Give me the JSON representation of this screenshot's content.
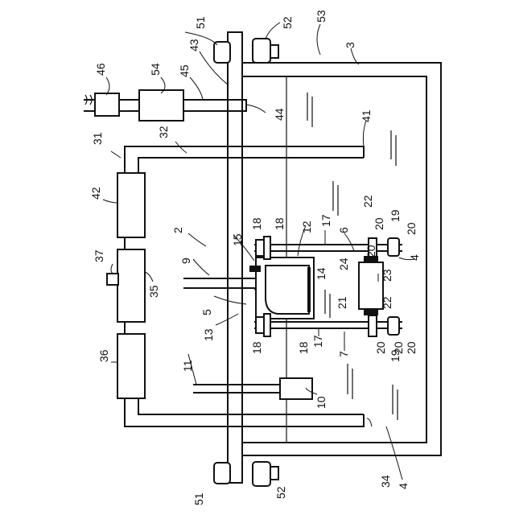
{
  "figure": {
    "labels": {
      "n2": "2",
      "n3": "3",
      "n4a": "4",
      "n4b": "4",
      "n5": "5",
      "n6": "6",
      "n7": "7",
      "n9": "9",
      "n10": "10",
      "n11": "11",
      "n12": "12",
      "n13": "13",
      "n14": "14",
      "n15": "15",
      "n17a": "17",
      "n17b": "17",
      "n18a": "18",
      "n18b": "18",
      "n18c": "18",
      "n18d": "18",
      "n19a": "19",
      "n19b": "19",
      "n20a": "20",
      "n20b": "20",
      "n20c": "20",
      "n20d": "20",
      "n20e": "20",
      "n20f": "20",
      "n21": "21",
      "n22a": "22",
      "n22b": "22",
      "n23": "23",
      "n24": "24",
      "n31": "31",
      "n32": "32",
      "n34": "34",
      "n35": "35",
      "n36": "36",
      "n37": "37",
      "n41": "41",
      "n42": "42",
      "n43": "43",
      "n44": "44",
      "n45": "45",
      "n46": "46",
      "n51a": "51",
      "n51b": "51",
      "n52a": "52",
      "n52b": "52",
      "n53": "53",
      "n54": "54"
    }
  }
}
